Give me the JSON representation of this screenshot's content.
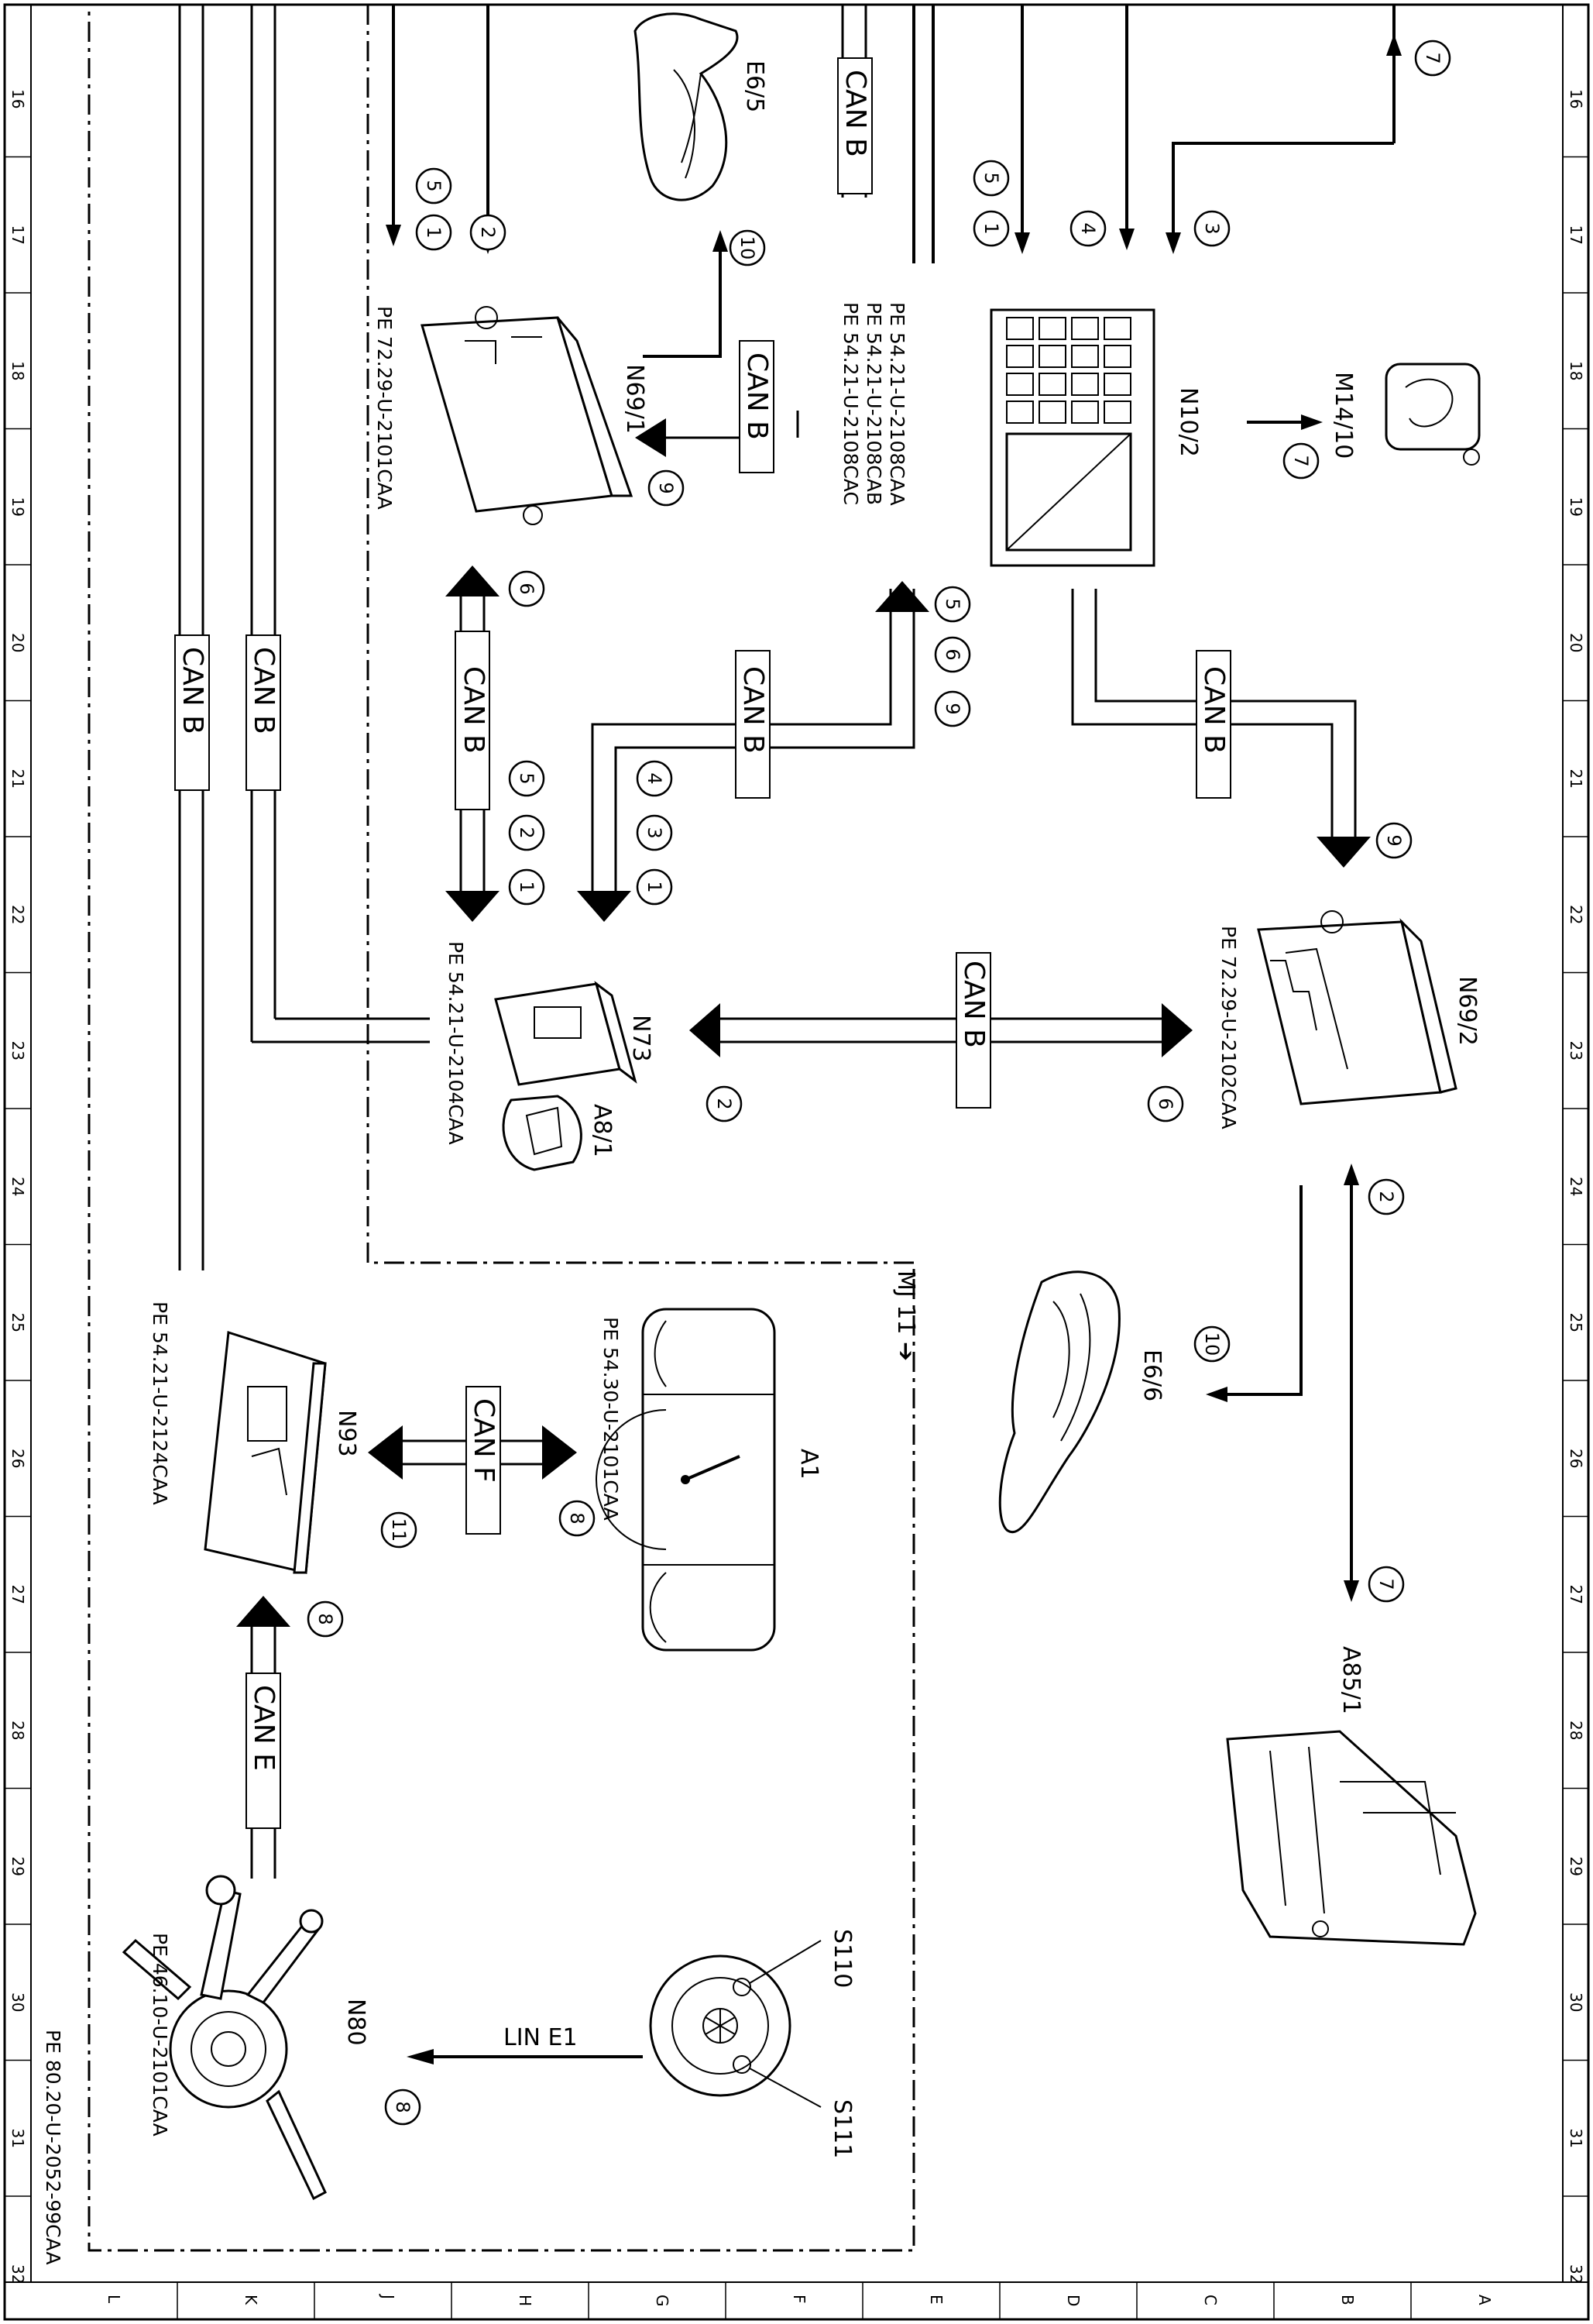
{
  "ruler": {
    "columns": [
      "16",
      "17",
      "18",
      "19",
      "20",
      "21",
      "22",
      "23",
      "24",
      "25",
      "26",
      "27",
      "28",
      "29",
      "30",
      "31",
      "32"
    ],
    "rows": [
      "L",
      "K",
      "J",
      "H",
      "G",
      "F",
      "E",
      "D",
      "C",
      "B",
      "A"
    ]
  },
  "components": {
    "e6_5": "E6/5",
    "n69_1": "N69/1",
    "n10_2": "N10/2",
    "m14_10": "M14/10",
    "n73": "N73",
    "a8_1": "A8/1",
    "n69_2": "N69/2",
    "e6_6": "E6/6",
    "a85_1": "A85/1",
    "a1": "A1",
    "n93": "N93",
    "n80": "N80",
    "s110": "S110",
    "s111": "S111"
  },
  "refs": {
    "n69_1": "PE 72.29-U-2101CAA",
    "n10_2_a": "PE 54.21-U-2108CAA",
    "n10_2_b": "PE 54.21-U-2108CAB",
    "n10_2_c": "PE 54.21-U-2108CAC",
    "n73": "PE 54.21-U-2104CAA",
    "n69_2": "PE 72.29-U-2102CAA",
    "a1": "PE 54.30-U-2101CAA",
    "n93": "PE 54.21-U-2124CAA",
    "n80": "PE 46.10-U-2101CAA",
    "doc_id": "PE 80.20-U-2052-99CAA"
  },
  "bus": {
    "can_b": "CAN B",
    "can_f": "CAN F",
    "can_e": "CAN E",
    "lin_e1": "LIN E1"
  },
  "notes": {
    "mj11": "MJ 11 ➔"
  },
  "callouts": {
    "c01": "5",
    "c02": "1",
    "c03": "2",
    "c04": "5",
    "c05": "1",
    "c06": "4",
    "c07": "3",
    "c08": "7",
    "c09": "10",
    "c10": "7",
    "c11": "9",
    "c12": "5",
    "c13": "6",
    "c14": "9",
    "c15": "6",
    "c16": "4",
    "c17": "3",
    "c18": "1",
    "c19": "5",
    "c20": "2",
    "c21": "1",
    "c22": "9",
    "c23": "2",
    "c24": "6",
    "c25": "2",
    "c26": "10",
    "c27": "7",
    "c28": "8",
    "c29": "11",
    "c30": "8",
    "c31": "8",
    "c32": "7"
  }
}
